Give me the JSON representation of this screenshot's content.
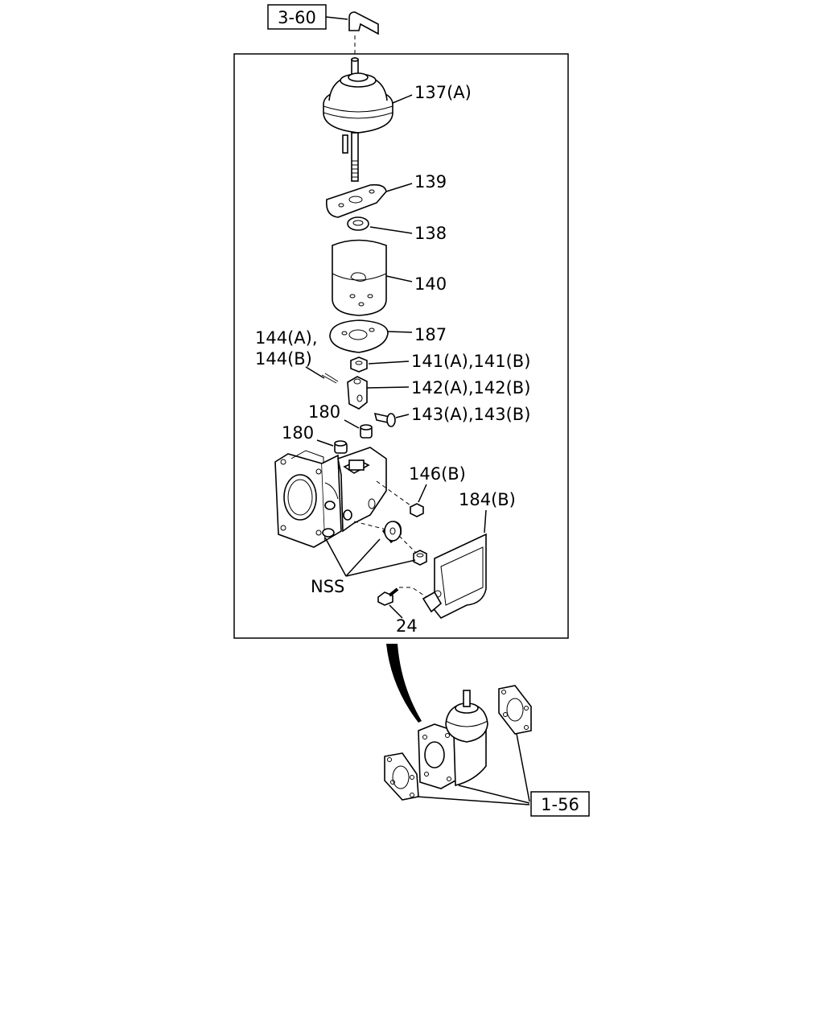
{
  "refs": {
    "top": "3-60",
    "bottom": "1-56"
  },
  "callouts": {
    "p137": "137(A)",
    "p139": "139",
    "p138": "138",
    "p140": "140",
    "p144_line1": "144(A),",
    "p144_line2": "144(B)",
    "p187": "187",
    "p141": "141(A),141(B)",
    "p142": "142(A),142(B)",
    "p143": "143(A),143(B)",
    "p180a": "180",
    "p180b": "180",
    "p146": "146(B)",
    "p184": "184(B)",
    "nss": "NSS",
    "p24": "24"
  }
}
